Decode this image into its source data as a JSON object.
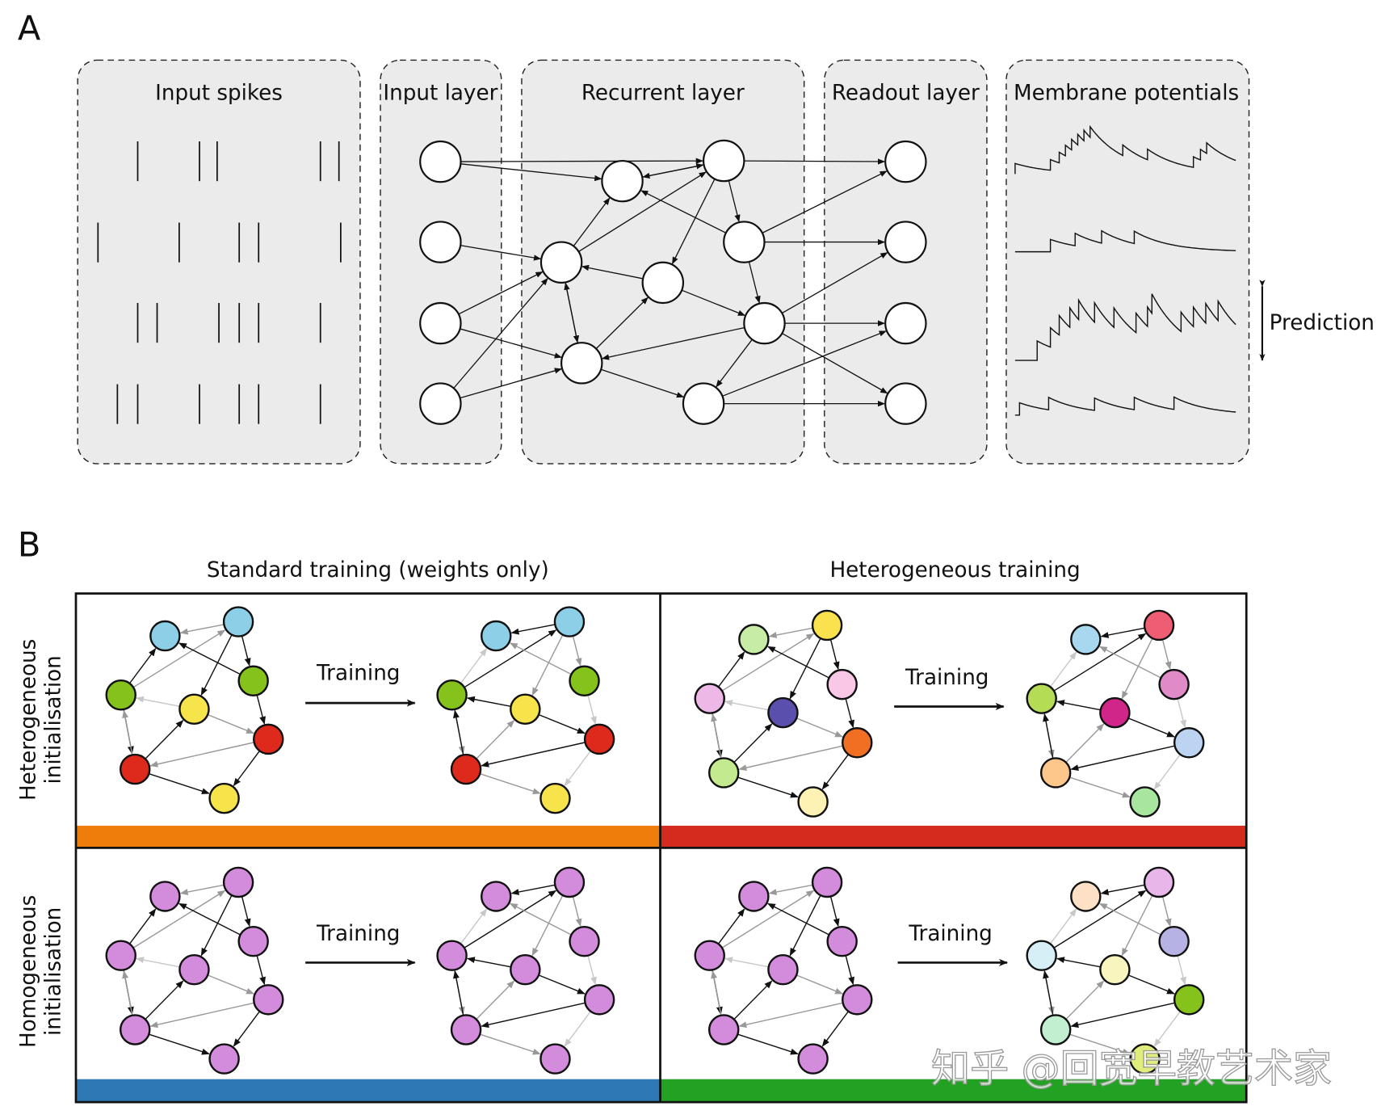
{
  "panel_a": {
    "label": "A",
    "titles": [
      "Input spikes",
      "Input layer",
      "Recurrent layer",
      "Readout layer",
      "Membrane potentials"
    ],
    "prediction_label": "Prediction"
  },
  "panel_b": {
    "label": "B",
    "column_headers": [
      "Standard training (weights only)",
      "Heterogeneous training"
    ],
    "row_labels": [
      [
        "Heterogeneous",
        "initialisation"
      ],
      [
        "Homogeneous",
        "initialisation"
      ]
    ],
    "training_label": "Training",
    "bar_colors": {
      "het_standard": "#ef7d0c",
      "het_hetero": "#d42b1f",
      "hom_standard": "#2f78b6",
      "hom_hetero": "#23a123"
    },
    "node_colors": {
      "het_standard_before": [
        "#8ecfe8",
        "#8ecfe8",
        "#85c21b",
        "#85c21b",
        "#f7e34a",
        "#dd2a1c",
        "#dd2a1c",
        "#f7e34a"
      ],
      "het_standard_after": [
        "#8ecfe8",
        "#8ecfe8",
        "#85c21b",
        "#85c21b",
        "#f7e34a",
        "#dd2a1c",
        "#dd2a1c",
        "#f7e34a"
      ],
      "het_hetero_before": [
        "#c6eca5",
        "#f9e24d",
        "#eeb8e6",
        "#f9c8e6",
        "#5b4fae",
        "#f06f23",
        "#c4ea8f",
        "#fdf2b3"
      ],
      "het_hetero_after": [
        "#a8d8ef",
        "#ef5d72",
        "#b5dc55",
        "#e08ac7",
        "#d0268a",
        "#bcd4f2",
        "#fdc68a",
        "#a8e6a0"
      ],
      "hom_standard_before": [
        "#d38cdc",
        "#d38cdc",
        "#d38cdc",
        "#d38cdc",
        "#d38cdc",
        "#d38cdc",
        "#d38cdc",
        "#d38cdc"
      ],
      "hom_standard_after": [
        "#d38cdc",
        "#d38cdc",
        "#d38cdc",
        "#d38cdc",
        "#d38cdc",
        "#d38cdc",
        "#d38cdc",
        "#d38cdc"
      ],
      "hom_hetero_before": [
        "#d38cdc",
        "#d38cdc",
        "#d38cdc",
        "#d38cdc",
        "#d38cdc",
        "#d38cdc",
        "#d38cdc",
        "#d38cdc"
      ],
      "hom_hetero_after": [
        "#fde0c6",
        "#e8b6e8",
        "#d6eef6",
        "#b6b2e4",
        "#f8f5bf",
        "#85c21b",
        "#c3efd1",
        "#e0ec7c"
      ]
    }
  },
  "watermark": "知乎 @回宽早教艺术家"
}
